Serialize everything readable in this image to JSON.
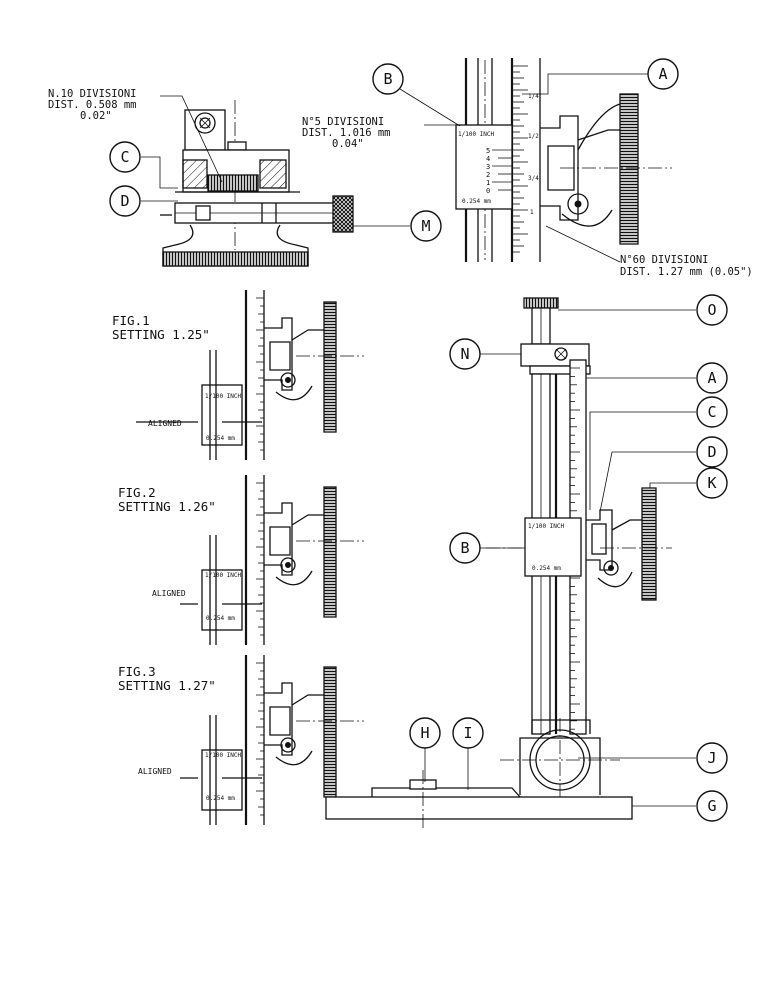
{
  "callouts": {
    "a": "A",
    "b": "B",
    "c": "C",
    "d": "D",
    "g": "G",
    "h": "H",
    "i": "I",
    "j": "J",
    "k": "K",
    "m": "M",
    "n": "N",
    "o": "O"
  },
  "annotations": {
    "n10_line1": "N.10 DIVISIONI",
    "n10_line2": "DIST. 0.508 mm",
    "n10_line3": "0.02\"",
    "n5_line1": "N°5 DIVISIONI",
    "n5_line2": "DIST. 1.016 mm",
    "n5_line3": "0.04\"",
    "n60_line1": "N°60 DIVISIONI",
    "n60_line2": "DIST. 1.27 mm (0.05\")"
  },
  "vernier": {
    "top_label": "1/100 INCH",
    "bottom_label": "0.254 mm",
    "scale_marks": [
      "5",
      "4",
      "3",
      "2",
      "1",
      "0"
    ],
    "main_marks": [
      "1/4",
      "1/2",
      "3/4",
      "1"
    ]
  },
  "figures": [
    {
      "title": "FIG.1",
      "setting": "SETTING 1.25\"",
      "aligned": "ALIGNED"
    },
    {
      "title": "FIG.2",
      "setting": "SETTING 1.26\"",
      "aligned": "ALIGNED"
    },
    {
      "title": "FIG.3",
      "setting": "SETTING 1.27\"",
      "aligned": "ALIGNED"
    }
  ]
}
